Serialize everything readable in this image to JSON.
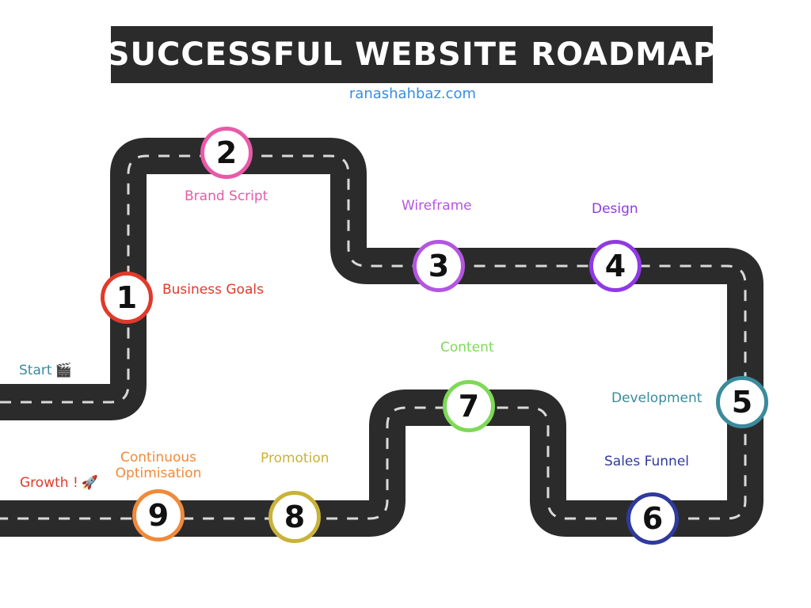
{
  "title": "SUCCESSFUL WEBSITE ROADMAP",
  "subtitle": "ranashahbaz.com",
  "colors": {
    "road": "#2b2b2b",
    "dash": "#d9d9d9",
    "title_bg": "#2b2b2b",
    "subtitle": "#3a8de0"
  },
  "start": {
    "label": "Start",
    "icon": "clapperboard-icon",
    "glyph": "🎬",
    "color": "#3a8b9c"
  },
  "end": {
    "label": "Growth !",
    "icon": "rocket-icon",
    "glyph": "🚀",
    "color": "#e03a2b"
  },
  "milestones": [
    {
      "number": "1",
      "label": "Business Goals",
      "color": "#e03a2b"
    },
    {
      "number": "2",
      "label": "Brand Script",
      "color": "#e85aa8"
    },
    {
      "number": "3",
      "label": "Wireframe",
      "color": "#b356e0"
    },
    {
      "number": "4",
      "label": "Design",
      "color": "#8f3ae6"
    },
    {
      "number": "5",
      "label": "Development",
      "color": "#3a8b9c"
    },
    {
      "number": "6",
      "label": "Sales Funnel",
      "color": "#2e3a9e"
    },
    {
      "number": "7",
      "label": "Content",
      "color": "#7ed957"
    },
    {
      "number": "8",
      "label": "Promotion",
      "color": "#c9b23a"
    },
    {
      "number": "9",
      "label": "Continuous Optimisation",
      "label_line1": "Continuous",
      "label_line2": "Optimisation",
      "color": "#f08a3a"
    }
  ]
}
